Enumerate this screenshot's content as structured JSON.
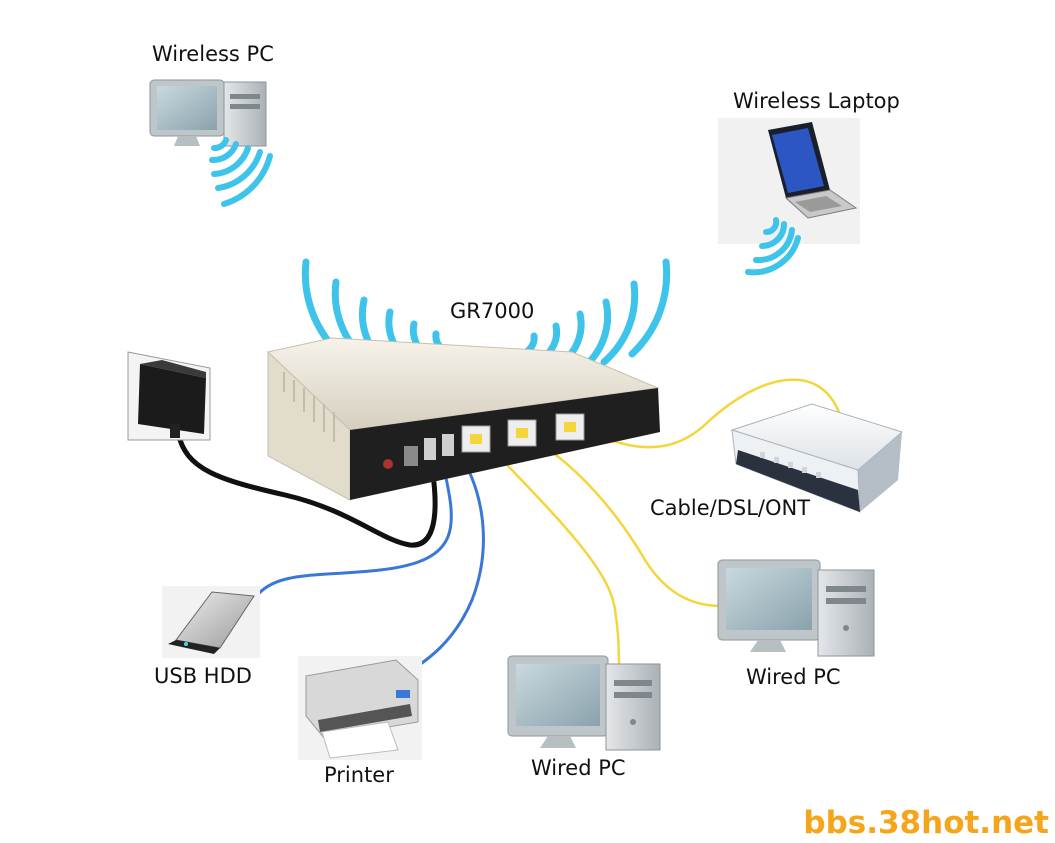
{
  "labels": {
    "wireless_pc": "Wireless PC",
    "wireless_laptop": "Wireless Laptop",
    "router": "GR7000",
    "modem": "Cable/DSL/ONT",
    "usb_hdd": "USB HDD",
    "printer": "Printer",
    "wired_pc_left": "Wired PC",
    "wired_pc_right": "Wired PC"
  },
  "watermark": "bbs.38hot.net",
  "colors": {
    "wifi_waves": "#3ec3ea",
    "ethernet_cable": "#f5d53c",
    "usb_cable": "#3a78d8",
    "power_cable": "#111111",
    "watermark": "#f5a51a",
    "device_body": "#ece6d8",
    "device_face": "#1c1c1c",
    "screen": "#9fb4be"
  }
}
